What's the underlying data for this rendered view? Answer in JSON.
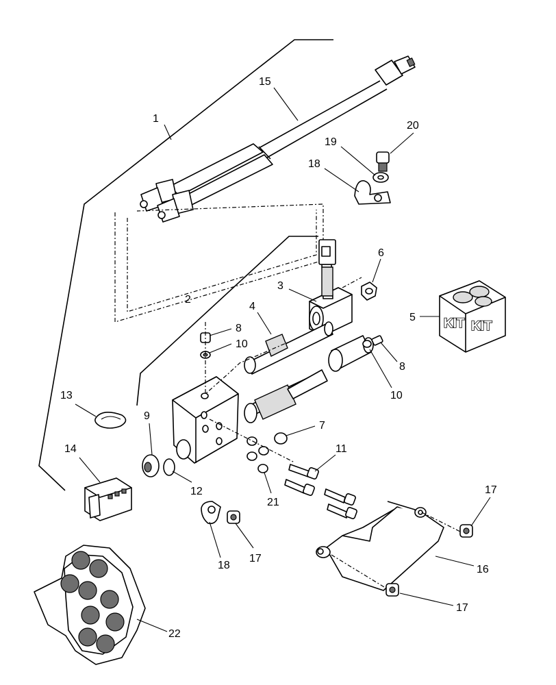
{
  "diagram": {
    "kit_labels": [
      "KIT",
      "KIT"
    ],
    "callouts": {
      "c1": "1",
      "c2": "2",
      "c3": "3",
      "c4": "4",
      "c5": "5",
      "c6": "6",
      "c7": "7",
      "c8a": "8",
      "c8b": "8",
      "c9": "9",
      "c10a": "10",
      "c10b": "10",
      "c11": "11",
      "c12": "12",
      "c13": "13",
      "c14": "14",
      "c15": "15",
      "c16": "16",
      "c17a": "17",
      "c17b": "17",
      "c17c": "17",
      "c18a": "18",
      "c18b": "18",
      "c19": "19",
      "c20": "20",
      "c21": "21",
      "c22": "22"
    }
  }
}
